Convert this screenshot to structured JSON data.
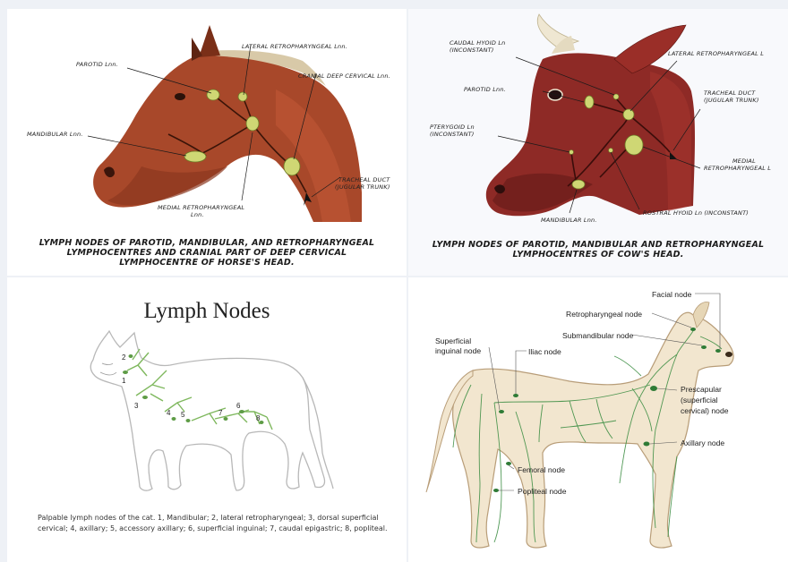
{
  "horse": {
    "labels": {
      "parotid": "PAROTID Lnn.",
      "lateral_retro": "LATERAL RETROPHARYNGEAL Lnn.",
      "cranial_deep": "CRANIAL DEEP CERVICAL Lnn.",
      "mandibular": "MANDIBULAR Lnn.",
      "medial_retro_1": "MEDIAL RETROPHARYNGEAL",
      "medial_retro_2": "Lnn.",
      "tracheal_1": "TRACHEAL DUCT",
      "tracheal_2": "(JUGULAR TRUNK)"
    },
    "caption_lines": [
      "LYMPH NODES OF PAROTID, MANDIBULAR, AND RETROPHARYNGEAL",
      "LYMPHOCENTRES AND CRANIAL PART OF DEEP CERVICAL",
      "LYMPHOCENTRE OF HORSE'S HEAD."
    ]
  },
  "cow": {
    "labels": {
      "caudal_hyoid_1": "CAUDAL HYOID Ln",
      "caudal_hyoid_2": "(INCONSTANT)",
      "lateral_retro": "LATERAL RETROPHARYNGEAL L",
      "parotid": "PAROTID Lnn.",
      "tracheal_1": "TRACHEAL DUCT",
      "tracheal_2": "(JUGULAR TRUNK)",
      "pterygoid_1": "PTERYGOID Ln",
      "pterygoid_2": "(INCONSTANT)",
      "medial_retro_1": "MEDIAL",
      "medial_retro_2": "RETROPHARYNGEAL L",
      "rostral_hyoid": "ROSTRAL HYOID Ln (INCONSTANT)",
      "mandibular": "MANDIBULAR Lnn."
    },
    "caption_lines": [
      "LYMPH NODES OF PAROTID, MANDIBULAR AND RETROPHARYNGEAL",
      "LYMPHOCENTRES OF COW'S HEAD."
    ]
  },
  "cat": {
    "title": "Lymph Nodes",
    "numbers": [
      "1",
      "2",
      "3",
      "4",
      "5",
      "6",
      "7",
      "8"
    ],
    "caption": "Palpable lymph nodes of the cat. 1, Mandibular; 2, lateral retropharyngeal; 3, dorsal superficial cervical; 4, axillary; 5, accessory axillary; 6, superficial inguinal; 7, caudal epigastric; 8, popliteal."
  },
  "dog": {
    "labels": {
      "facial": "Facial node",
      "retro": "Retropharyngeal node",
      "submand": "Submandibular node",
      "sup_ing_1": "Superficial",
      "sup_ing_2": "inguinal node",
      "iliac": "Iliac node",
      "prescap_1": "Prescapular",
      "prescap_2": "(superficial",
      "prescap_3": "cervical) node",
      "axillary": "Axillary node",
      "femoral": "Femoral node",
      "popliteal": "Popliteal node"
    }
  },
  "colors": {
    "horse_coat": "#a8482a",
    "cow_coat": "#8e2a26",
    "node_fill": "#cfd774",
    "lymph_green": "#3f8f45",
    "cat_vessel": "#7fb85e"
  }
}
